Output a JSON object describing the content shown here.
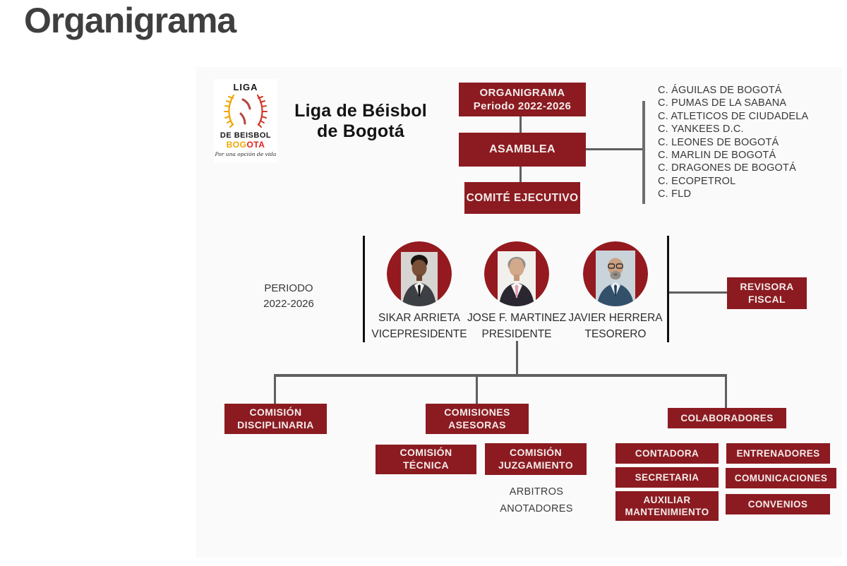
{
  "page_title": "Organigrama",
  "logo": {
    "top": "LIGA",
    "middle": "DE BEISBOL",
    "city_left": "BOG",
    "city_right": "OTA",
    "tagline": "Por una opción de vida"
  },
  "league_title": {
    "line1": "Liga de Béisbol",
    "line2": "de Bogotá"
  },
  "chart": {
    "organigrama_box": {
      "line1": "ORGANIGRAMA",
      "line2": "Periodo 2022-2026"
    },
    "asamblea": "ASAMBLEA",
    "comite_ejecutivo": "COMITÉ EJECUTIVO",
    "revisora": {
      "line1": "REVISORA",
      "line2": "FISCAL"
    },
    "periodo": {
      "line1": "PERIODO",
      "line2": "2022-2026"
    },
    "disciplinaria": {
      "line1": "COMISIÓN",
      "line2": "DISCIPLINARIA"
    },
    "asesoras": {
      "line1": "COMISIONES",
      "line2": "ASESORAS"
    },
    "colaboradores": "COLABORADORES",
    "tecnica": {
      "line1": "COMISIÓN",
      "line2": "TÉCNICA"
    },
    "juzgamiento": {
      "line1": "COMISIÓN",
      "line2": "JUZGAMIENTO"
    },
    "arbitros": "ARBITROS",
    "anotadores": "ANOTADORES",
    "contadora": "CONTADORA",
    "entrenadores": "ENTRENADORES",
    "secretaria": "SECRETARIA",
    "comunicaciones": "COMUNICACIONES",
    "auxiliar": "AUXILIAR MANTENIMIENTO",
    "convenios": "CONVENIOS"
  },
  "clubs": [
    "C. ÁGUILAS DE BOGOTÁ",
    "C. PUMAS DE LA SABANA",
    "C. ATLETICOS DE CIUDADELA",
    "C. YANKEES D.C.",
    "C. LEONES DE BOGOTÁ",
    "C. MARLIN DE BOGOTÁ",
    "C. DRAGONES DE BOGOTÁ",
    "C. ECOPETROL",
    "C. FLD"
  ],
  "officers": [
    {
      "name": "SIKAR ARRIETA",
      "role": "VICEPRESIDENTE"
    },
    {
      "name": "JOSE F. MARTINEZ",
      "role": "PRESIDENTE"
    },
    {
      "name": "JAVIER HERRERA",
      "role": "TESORERO"
    }
  ],
  "colors": {
    "box_maroon": "#8B1B21",
    "connector_gray": "#5f5f5f",
    "bracket_black": "#101010",
    "title_gray": "#3F3F3F",
    "logo_gold": "#F0A500",
    "logo_red": "#E02020",
    "panel_bg": "#fafafa"
  }
}
